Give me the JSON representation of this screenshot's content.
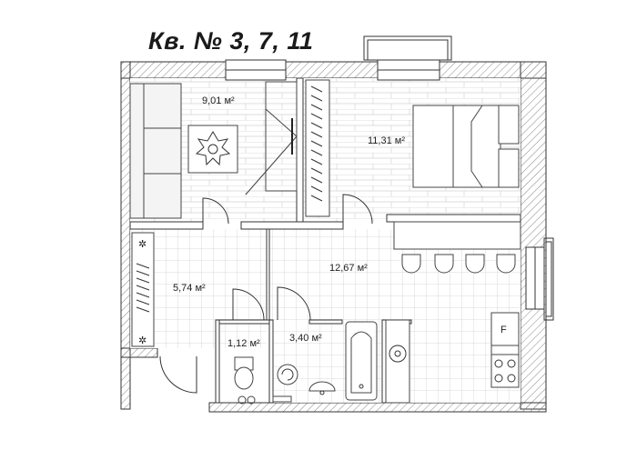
{
  "title": "Кв. № 3, 7, 11",
  "rooms": [
    {
      "id": "living",
      "area": "9,01 м²"
    },
    {
      "id": "bedroom",
      "area": "11,31 м²"
    },
    {
      "id": "hall",
      "area": "5,74 м²"
    },
    {
      "id": "kitchen",
      "area": "12,67 м²"
    },
    {
      "id": "wc",
      "area": "1,12 м²"
    },
    {
      "id": "bath",
      "area": "3,40 м²"
    }
  ],
  "fridge_label": "F",
  "colors": {
    "wall_hatch": "#888888",
    "line": "#222222",
    "fill": "#f4f4f4"
  }
}
